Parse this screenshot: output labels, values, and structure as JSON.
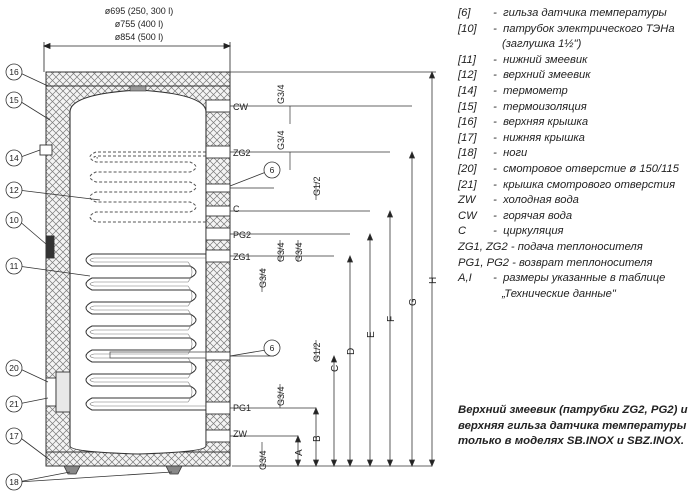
{
  "drawing": {
    "diameter_lines": [
      "ø695 (250, 300 l)",
      "ø755 (400 l)",
      "ø854 (500 l)"
    ],
    "pipe_labels": {
      "cw": "CW",
      "zg2": "ZG2",
      "c": "C",
      "pg2": "PG2",
      "zg1": "ZG1",
      "pg1": "PG1",
      "zw": "ZW"
    },
    "thread_labels": {
      "cw": "G3/4",
      "zg2": "G3/4",
      "sensor_top": "G1/2",
      "zg1_a": "G3/4",
      "zg1_b": "G3/4",
      "pg2": "G3/4",
      "sensor_bottom": "G1/2",
      "pg1": "G3/4",
      "zw": "G3/4"
    },
    "dimension_letters": [
      "A",
      "B",
      "C",
      "D",
      "E",
      "F",
      "G",
      "H"
    ],
    "callouts": [
      "16",
      "15",
      "14",
      "12",
      "10",
      "11",
      "20",
      "21",
      "17",
      "18",
      "6",
      "6"
    ]
  },
  "legend": [
    {
      "key": "[6]",
      "text": "гильза датчика температуры"
    },
    {
      "key": "[10]",
      "text": "патрубок электрического ТЭНа"
    },
    {
      "key": "",
      "text": "(заглушка 1½\")",
      "continuation": true
    },
    {
      "key": "[11]",
      "text": "нижний змеевик"
    },
    {
      "key": "[12]",
      "text": "верхний змеевик"
    },
    {
      "key": "[14]",
      "text": "термометр"
    },
    {
      "key": "[15]",
      "text": "термоизоляция"
    },
    {
      "key": "[16]",
      "text": "верхняя крышка"
    },
    {
      "key": "[17]",
      "text": "нижняя крышка"
    },
    {
      "key": "[18]",
      "text": "ноги"
    },
    {
      "key": "[20]",
      "text": "смотровое отверстие ø 150/115"
    },
    {
      "key": "[21]",
      "text": "крышка смотрового отверстия"
    },
    {
      "key": "ZW",
      "text": "холодная вода"
    },
    {
      "key": "CW",
      "text": "горячая вода"
    },
    {
      "key": "C",
      "text": "циркуляция"
    },
    {
      "key": "ZG1, ZG2",
      "text": "подача теплоносителя",
      "combo": true
    },
    {
      "key": "PG1, PG2",
      "text": "возврат теплоносителя",
      "combo": true
    },
    {
      "key": "A,I",
      "text": "размеры указанные в таблице"
    },
    {
      "key": "",
      "text": "„Технические данные\"",
      "continuation": true
    }
  ],
  "note": "Верхний змеевик (патрубки ZG2, PG2) и верхняя гильза датчика температуры только в моделях SB.INOX и SBZ.INOX."
}
